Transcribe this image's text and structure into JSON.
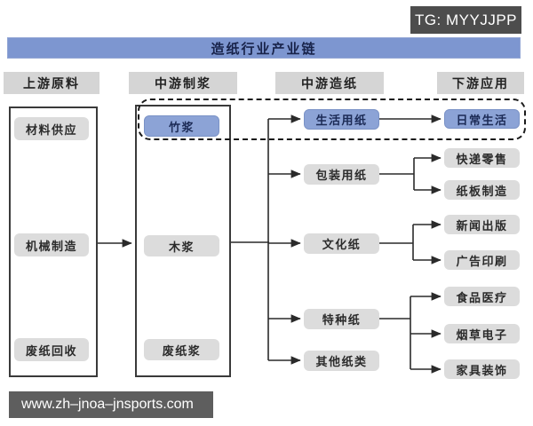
{
  "badge": {
    "label": "TG: MYYJJPP"
  },
  "diagram": {
    "title": "造纸行业产业链",
    "columns": [
      {
        "header": "上游原料",
        "items": [
          {
            "label": "材料供应"
          },
          {
            "label": "机械制造"
          },
          {
            "label": "废纸回收"
          }
        ]
      },
      {
        "header": "中游制浆",
        "items": [
          {
            "label": "竹浆",
            "highlighted": true
          },
          {
            "label": "木浆"
          },
          {
            "label": "废纸浆"
          }
        ]
      },
      {
        "header": "中游造纸",
        "items": [
          {
            "label": "生活用纸",
            "highlighted": true
          },
          {
            "label": "包装用纸"
          },
          {
            "label": "文化纸"
          },
          {
            "label": "特种纸"
          },
          {
            "label": "其他纸类"
          }
        ]
      },
      {
        "header": "下游应用",
        "items": [
          {
            "label": "日常生活",
            "highlighted": true
          },
          {
            "label": "快递零售"
          },
          {
            "label": "纸板制造"
          },
          {
            "label": "新闻出版"
          },
          {
            "label": "广告印刷"
          },
          {
            "label": "食品医疗"
          },
          {
            "label": "烟草电子"
          },
          {
            "label": "家具装饰"
          }
        ]
      }
    ],
    "highlighted_path": [
      "竹浆",
      "生活用纸",
      "日常生活"
    ]
  },
  "watermark": {
    "url": "www.zh–jnoa–jnsports.com"
  },
  "colors": {
    "title_bar": "#7d96d0",
    "highlight_box": "#8ca3d6",
    "header_box": "#d5d5d5",
    "item_box": "#dcdcdc",
    "badge_bg": "#4d4d4d",
    "url_bar_bg": "#5e5e5e",
    "line": "#2a2a2a"
  }
}
